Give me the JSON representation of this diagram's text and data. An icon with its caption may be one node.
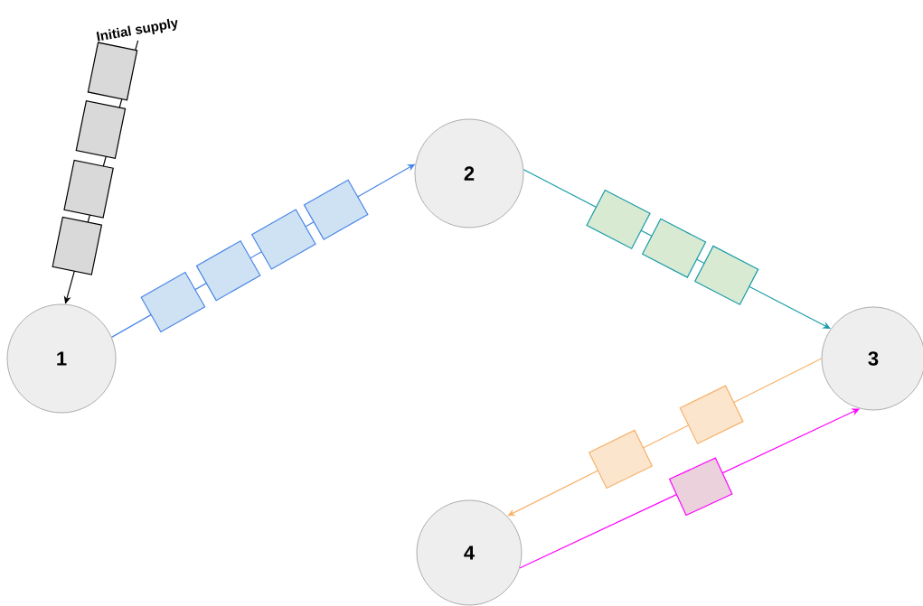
{
  "diagram": {
    "nodes": [
      {
        "text": [
          "Initial supply"
        ]
      },
      {
        "text": [
          "1"
        ]
      },
      {
        "text": [
          "2"
        ]
      },
      {
        "text": [
          "3"
        ]
      },
      {
        "text": [
          "4"
        ]
      }
    ],
    "edges": [
      {
        "from": 0,
        "to": 1,
        "arrow": "to",
        "color": "#000000"
      },
      {
        "from": 1,
        "to": 2,
        "arrow": "to",
        "color": "#4a86e8"
      },
      {
        "from": 2,
        "to": 3,
        "arrow": "to",
        "color": "#1a9ba8"
      },
      {
        "from": 3,
        "to": 4,
        "arrow": "to",
        "color": "#f6b26b"
      },
      {
        "from": 4,
        "to": 3,
        "arrow": "to",
        "color": "#ff00ff"
      }
    ]
  }
}
